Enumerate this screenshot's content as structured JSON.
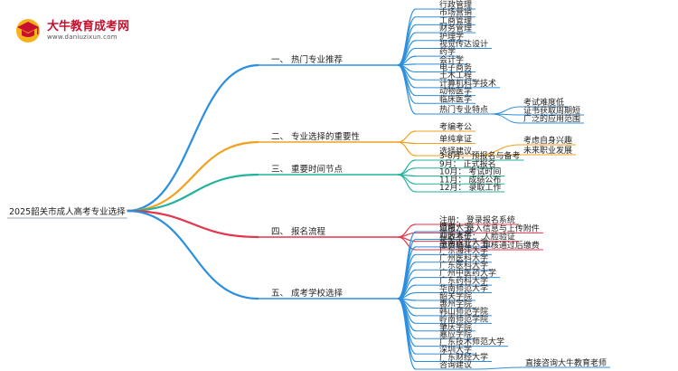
{
  "header": {
    "site_title": "大牛教育成考网",
    "site_url": "www.daniuzixun.com"
  },
  "mindmap": {
    "root": "2025韶关市成人高考专业选择",
    "branches": [
      {
        "label": "一、 热门专业推荐",
        "color": "#2b8fe0",
        "children": [
          {
            "label": "行政管理"
          },
          {
            "label": "市场营销"
          },
          {
            "label": "工商管理"
          },
          {
            "label": "财务管理"
          },
          {
            "label": "护理学"
          },
          {
            "label": "视觉传达设计"
          },
          {
            "label": "药学"
          },
          {
            "label": "会计学"
          },
          {
            "label": "电子商务"
          },
          {
            "label": "土木工程"
          },
          {
            "label": "计算机科学技术"
          },
          {
            "label": "动物医学"
          },
          {
            "label": "临床医学"
          },
          {
            "label": "热门专业特点",
            "children": [
              {
                "label": "考试难度低"
              },
              {
                "label": "证书获取周期短"
              },
              {
                "label": "广泛的应用范围"
              }
            ]
          }
        ]
      },
      {
        "label": "二、 专业选择的重要性",
        "color": "#f0a21c",
        "children": [
          {
            "label": "考编考公"
          },
          {
            "label": "单纯拿证"
          },
          {
            "label": "选择建议",
            "children": [
              {
                "label": "考虑自身兴趣"
              },
              {
                "label": "未来职业发展"
              }
            ]
          }
        ]
      },
      {
        "label": "三、 重要时间节点",
        "color": "#21b39c",
        "children": [
          {
            "label": "3-8月： 预报名与备考"
          },
          {
            "label": "9月： 正式报名"
          },
          {
            "label": "10月： 考试时间"
          },
          {
            "label": "11月： 成绩公布"
          },
          {
            "label": "12月： 录取工作"
          }
        ]
      },
      {
        "label": "四、 报名流程",
        "color": "#e5344b",
        "children": [
          {
            "label": "注册： 登录报名系统"
          },
          {
            "label": "填报： 录入信息与上传附件"
          },
          {
            "label": "获取考位： 人脸验证"
          },
          {
            "label": "缴费确认： 审核通过后缴费"
          }
        ]
      },
      {
        "label": "五、 成考学校选择",
        "color": "#2b8fe0",
        "children": [
          {
            "label": "暨南大学"
          },
          {
            "label": "汕头大学"
          },
          {
            "label": "华南农业大学"
          },
          {
            "label": "广东海洋大学"
          },
          {
            "label": "广州医科大学"
          },
          {
            "label": "广东医科大学"
          },
          {
            "label": "广州中医药大学"
          },
          {
            "label": "广东药科大学"
          },
          {
            "label": "华南师范大学"
          },
          {
            "label": "韶关学院"
          },
          {
            "label": "惠州学院"
          },
          {
            "label": "韩山师范学院"
          },
          {
            "label": "岭南师范学院"
          },
          {
            "label": "肇庆学院"
          },
          {
            "label": "嘉应学院"
          },
          {
            "label": "广东技术师范大学"
          },
          {
            "label": "深圳大学"
          },
          {
            "label": "广东财经大学"
          },
          {
            "label": "咨询建议",
            "children": [
              {
                "label": "直接咨询大牛教育老师"
              }
            ]
          }
        ]
      }
    ]
  }
}
